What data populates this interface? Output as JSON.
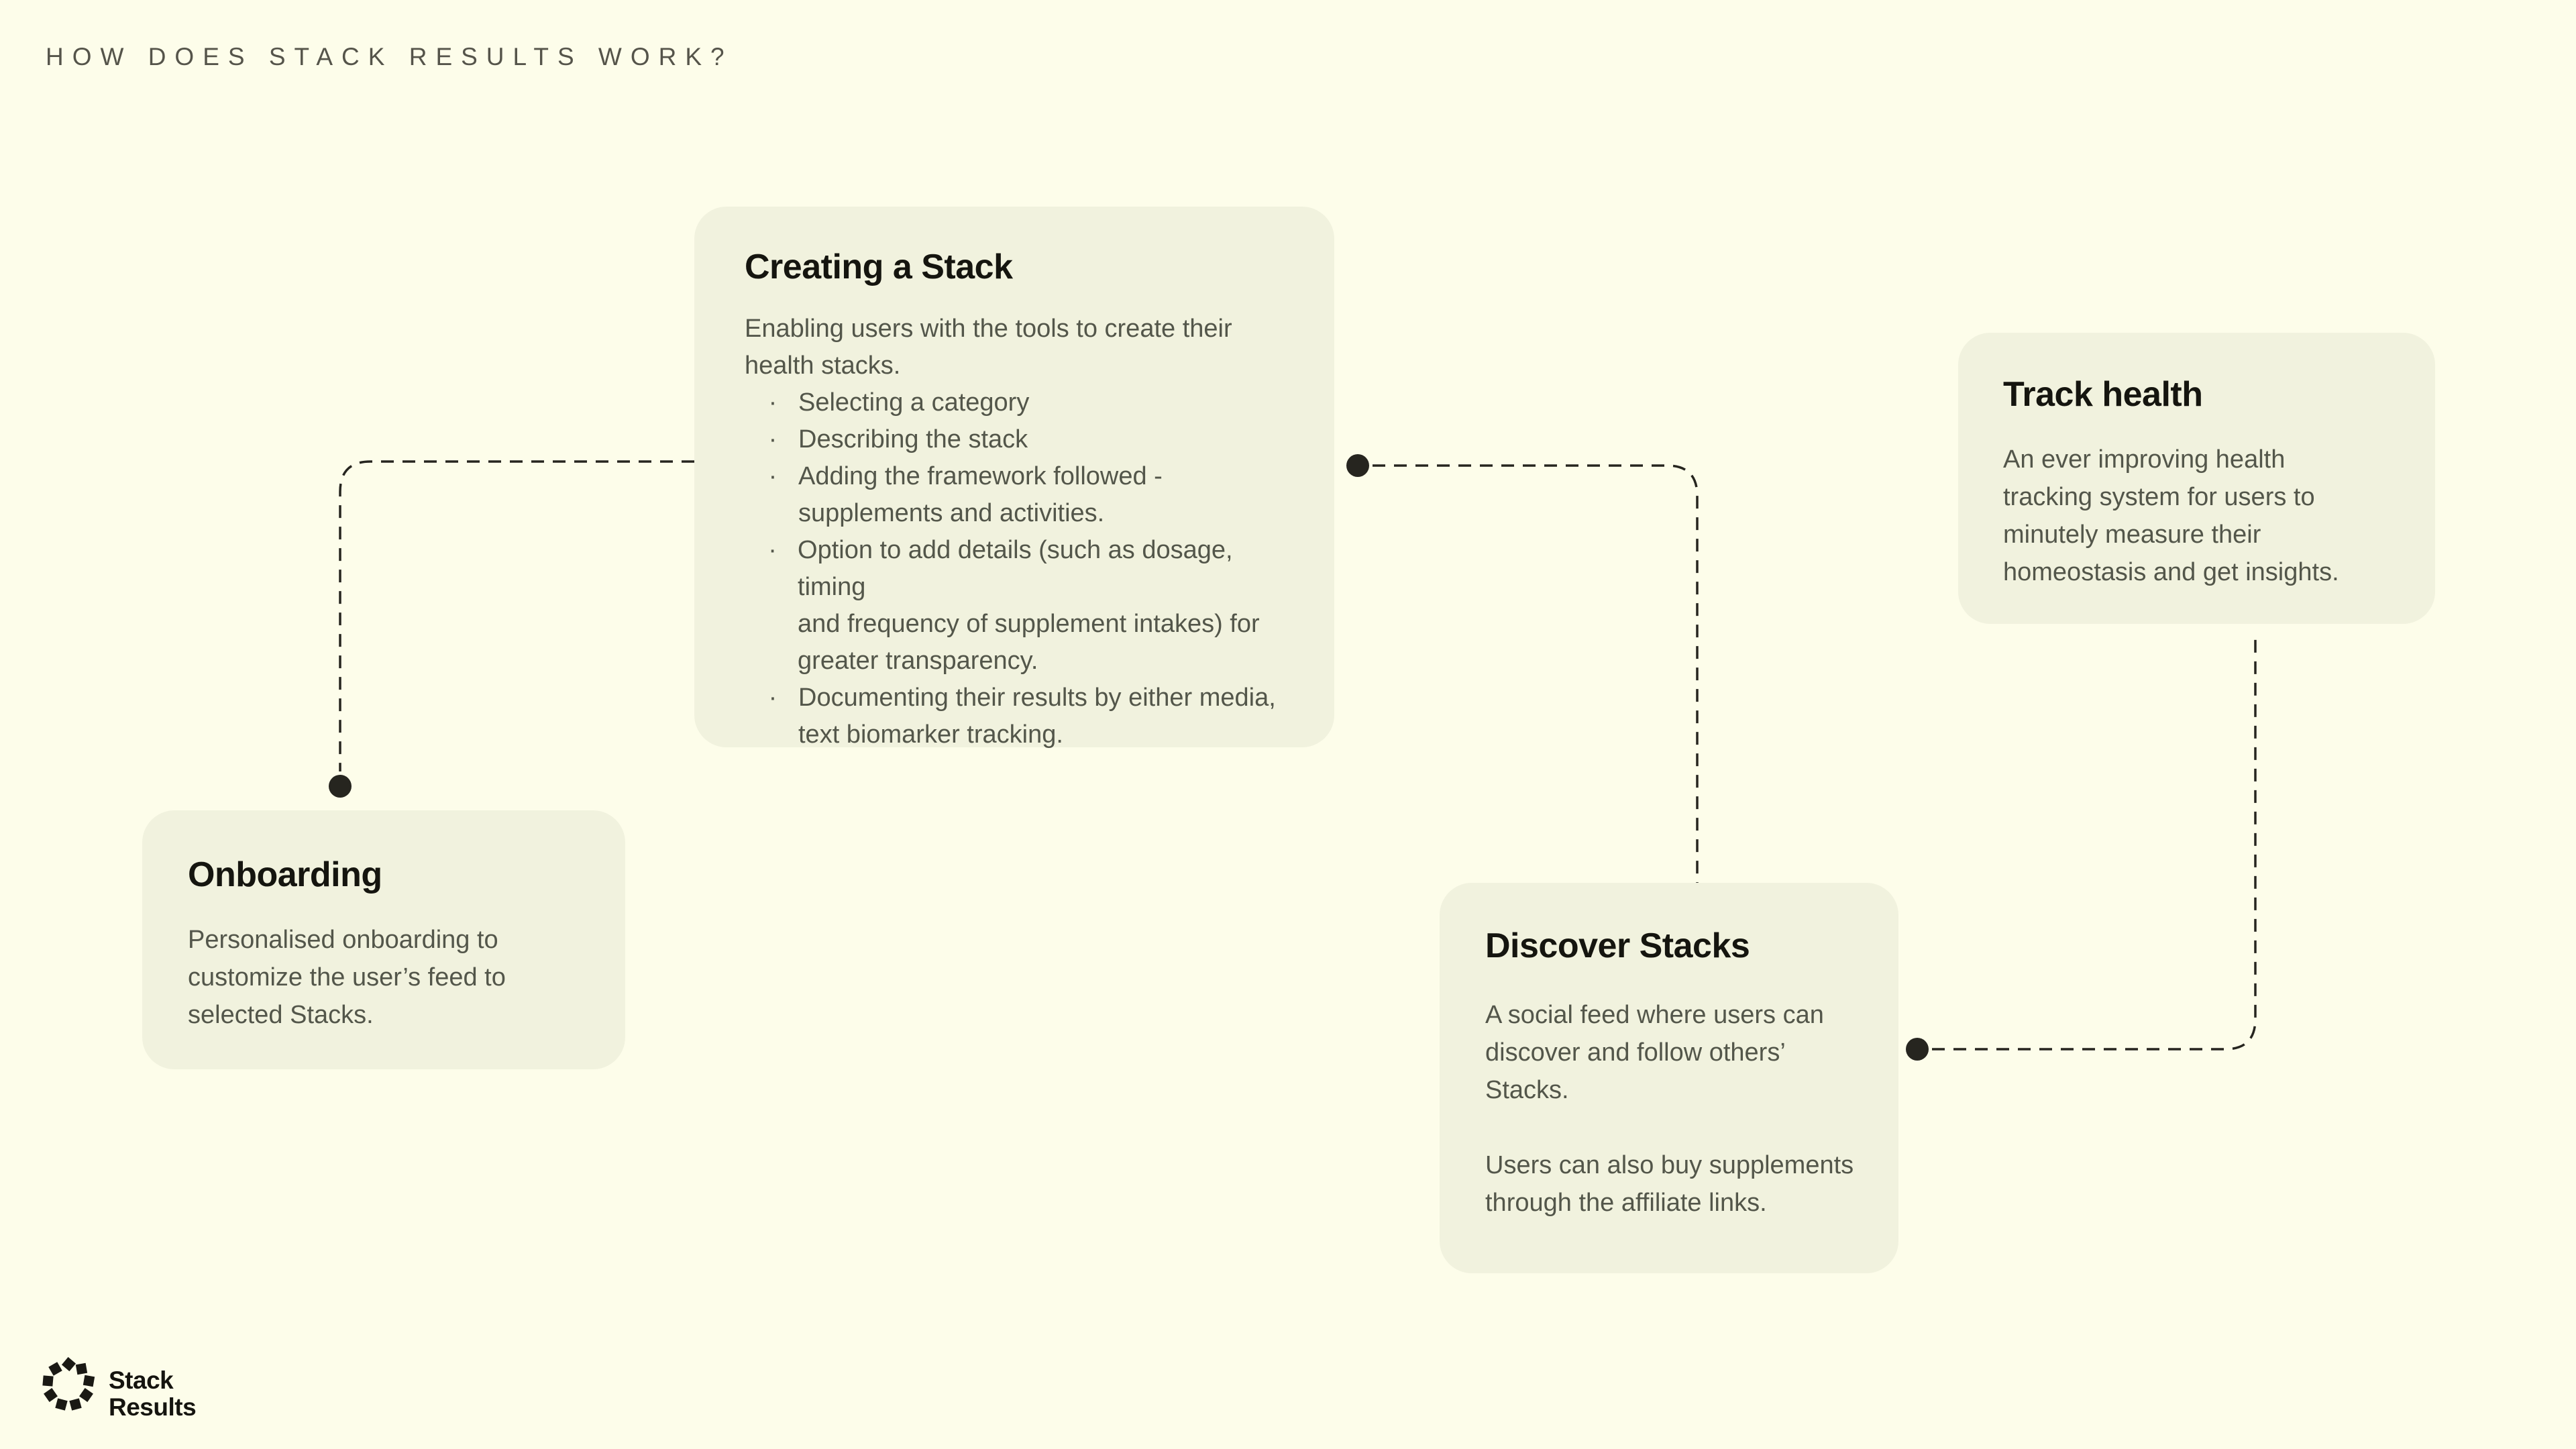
{
  "page": {
    "title": "HOW DOES STACK RESULTS WORK?"
  },
  "colors": {
    "background": "#FDFDEA",
    "card_background": "#F1F2DE",
    "connector": "#26251F",
    "heading_text": "#15150F",
    "body_text": "#53564A",
    "title_text": "#55544A"
  },
  "cards": {
    "creating": {
      "title": "Creating a Stack",
      "intro_lines": [
        "Enabling users with the tools to create their",
        "health stacks."
      ],
      "bullet_char": "·",
      "bullets": [
        [
          "Selecting a category"
        ],
        [
          "Describing the stack"
        ],
        [
          "Adding the framework followed -",
          "supplements and activities."
        ],
        [
          "Option to add details (such as dosage, timing",
          "and frequency of supplement intakes) for",
          "greater transparency."
        ],
        [
          "Documenting their results by either media,",
          "text biomarker tracking."
        ]
      ]
    },
    "track": {
      "title": "Track health",
      "body_lines": [
        "An ever improving health",
        "tracking system for users to",
        "minutely measure their",
        "homeostasis and get insights."
      ]
    },
    "onboarding": {
      "title": "Onboarding",
      "body_lines": [
        "Personalised onboarding to",
        "customize the user’s feed to",
        "selected Stacks."
      ]
    },
    "discover": {
      "title": "Discover Stacks",
      "body_lines": [
        " A social feed where users can",
        "discover and follow others’",
        "Stacks.",
        "",
        "Users can also buy supplements",
        "through the affiliate links."
      ]
    }
  },
  "logo": {
    "line1": "Stack",
    "line2": "Results"
  }
}
